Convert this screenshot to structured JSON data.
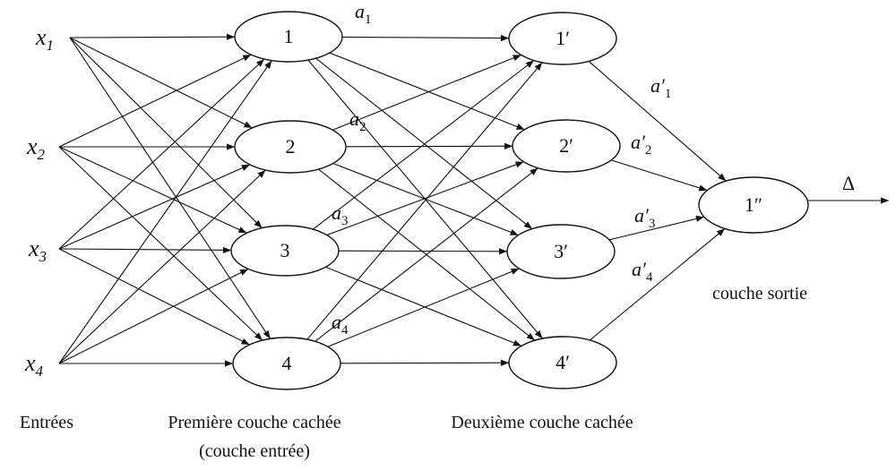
{
  "inputs": [
    {
      "base": "x",
      "sub": "1"
    },
    {
      "base": "x",
      "sub": "2"
    },
    {
      "base": "x",
      "sub": "3"
    },
    {
      "base": "x",
      "sub": "4"
    }
  ],
  "layer1": {
    "nodes": [
      "1",
      "2",
      "3",
      "4"
    ],
    "activations": [
      {
        "base": "a",
        "sub": "1"
      },
      {
        "base": "a",
        "sub": "2"
      },
      {
        "base": "a",
        "sub": "3"
      },
      {
        "base": "a",
        "sub": "4"
      }
    ]
  },
  "layer2": {
    "nodes": [
      "1′",
      "2′",
      "3′",
      "4′"
    ],
    "activations": [
      {
        "base": "a′",
        "sub": "1"
      },
      {
        "base": "a′",
        "sub": "2"
      },
      {
        "base": "a′",
        "sub": "3"
      },
      {
        "base": "a′",
        "sub": "4"
      }
    ]
  },
  "output": {
    "node": "1″",
    "arrow_label": "Δ"
  },
  "captions": {
    "inputs": "Entrées",
    "layer1_line1": "Première couche cachée",
    "layer1_line2": "(couche entrée)",
    "layer2": "Deuxième couche cachée",
    "output": "couche sortie"
  }
}
